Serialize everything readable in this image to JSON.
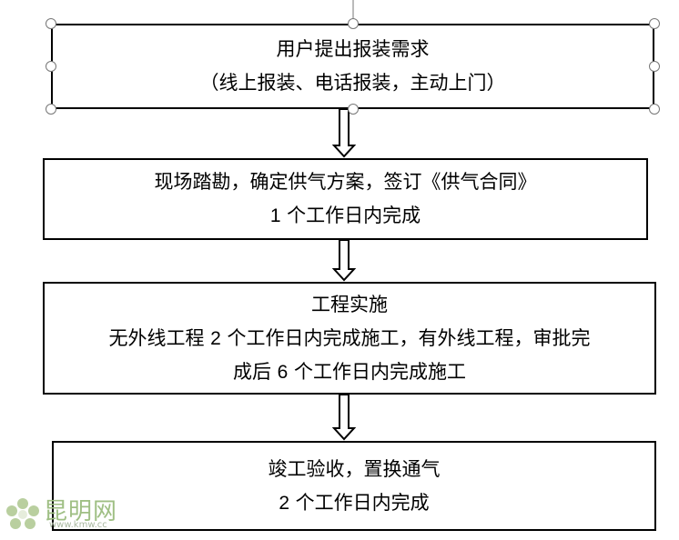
{
  "steps": [
    {
      "lines": [
        "用户提出报装需求",
        "（线上报装、电话报装，主动上门）"
      ]
    },
    {
      "lines": [
        "现场踏勘，确定供气方案，签订《供气合同》"
      ],
      "line2_num": "1",
      "line2_rest": " 个工作日内完成"
    },
    {
      "line1": "工程实施",
      "line2_a": "无外线工程 ",
      "line2_num": "2",
      "line2_b": " 个工作日内完成施工，有外线工程，审批完",
      "line3_a": "成后 ",
      "line3_num": "6",
      "line3_b": " 个工作日内完成施工"
    },
    {
      "line1": "竣工验收，置换通气",
      "line2_num": "2",
      "line2_rest": " 个工作日内完成"
    }
  ],
  "watermark": {
    "name": "昆明网",
    "url": "www.kmw.cc"
  },
  "icons": [
    "flower-logo-icon"
  ]
}
